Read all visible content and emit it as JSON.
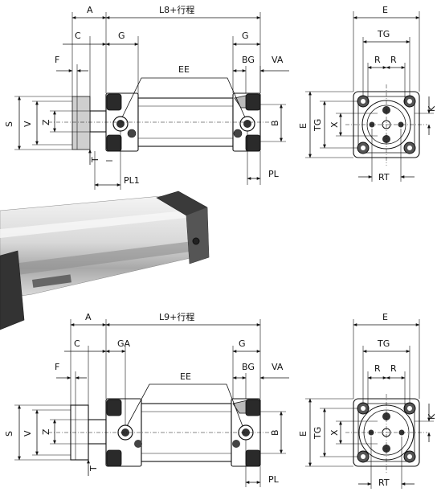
{
  "top": {
    "A": "A",
    "L8": "L8+行程",
    "C": "C",
    "G_left": "G",
    "G_right": "G",
    "F": "F",
    "BG": "BG",
    "VA": "VA",
    "EE": "EE",
    "S": "S",
    "V": "V",
    "Z": "Z",
    "B": "B",
    "T": "T",
    "PL1": "PL1",
    "PL": "PL"
  },
  "top_end": {
    "E_top": "E",
    "TG_top": "TG",
    "R1": "R",
    "R2": "R",
    "E_side": "E",
    "TG_side": "TG",
    "X": "X",
    "K": "K",
    "RT": "RT"
  },
  "bottom": {
    "A": "A",
    "L9": "L9+行程",
    "C": "C",
    "GA": "GA",
    "G": "G",
    "F": "F",
    "BG": "BG",
    "VA": "VA",
    "EE": "EE",
    "S": "S",
    "V": "V",
    "Z": "Z",
    "B": "B",
    "T": "T",
    "PL": "PL"
  },
  "bottom_end": {
    "E_top": "E",
    "TG_top": "TG",
    "R1": "R",
    "R2": "R",
    "E_side": "E",
    "TG_side": "TG",
    "X": "X",
    "K": "K",
    "RT": "RT"
  }
}
